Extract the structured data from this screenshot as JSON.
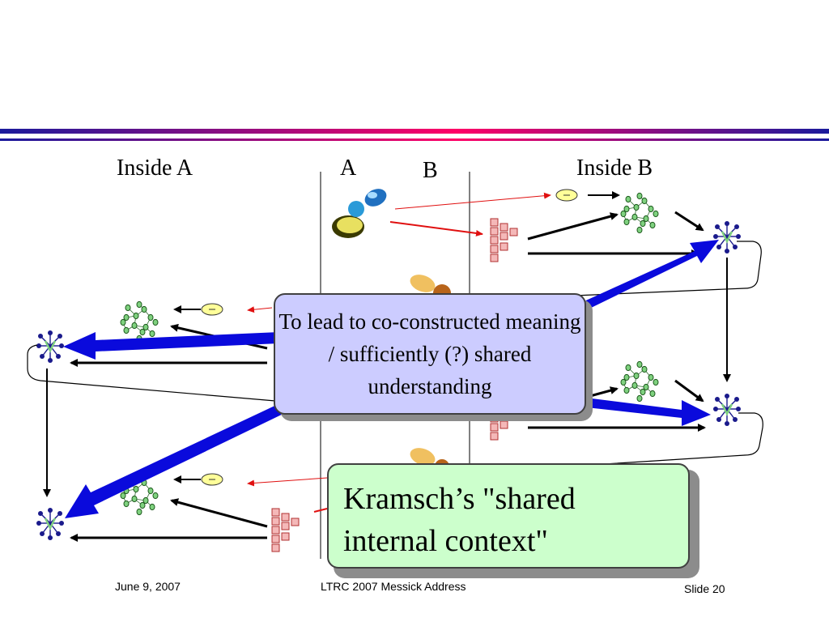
{
  "headers": {
    "inside_a": "Inside A",
    "a": "A",
    "b": "B",
    "inside_b": "Inside B"
  },
  "callouts": {
    "co_construction_text": "To lead to co-constructed meaning / sufficiently (?) shared understanding",
    "kramsch_text": "Kramsch’s \"shared internal context\""
  },
  "footer": {
    "date": "June 9, 2007",
    "event": "LTRC 2007 Messick Address",
    "slide": "Slide 20"
  },
  "colors": {
    "title_bar_left": "#1a1a9c",
    "title_bar_right": "#ff0066",
    "big_arrow": "#0a0adc",
    "thin_arrow": "#e01010",
    "callout1_fill": "#ccccff",
    "callout2_fill": "#ccffcc",
    "utterance_fill": "#ffff99",
    "frame_fill": "#f4b8b8",
    "node_green": "#7fd17f",
    "node_blue": "#1a1a8c"
  },
  "icons": [
    "speaker-a-icon",
    "speaker-b-icon",
    "utterance-icon",
    "frame-icon",
    "network-icon",
    "model-node-icon"
  ]
}
